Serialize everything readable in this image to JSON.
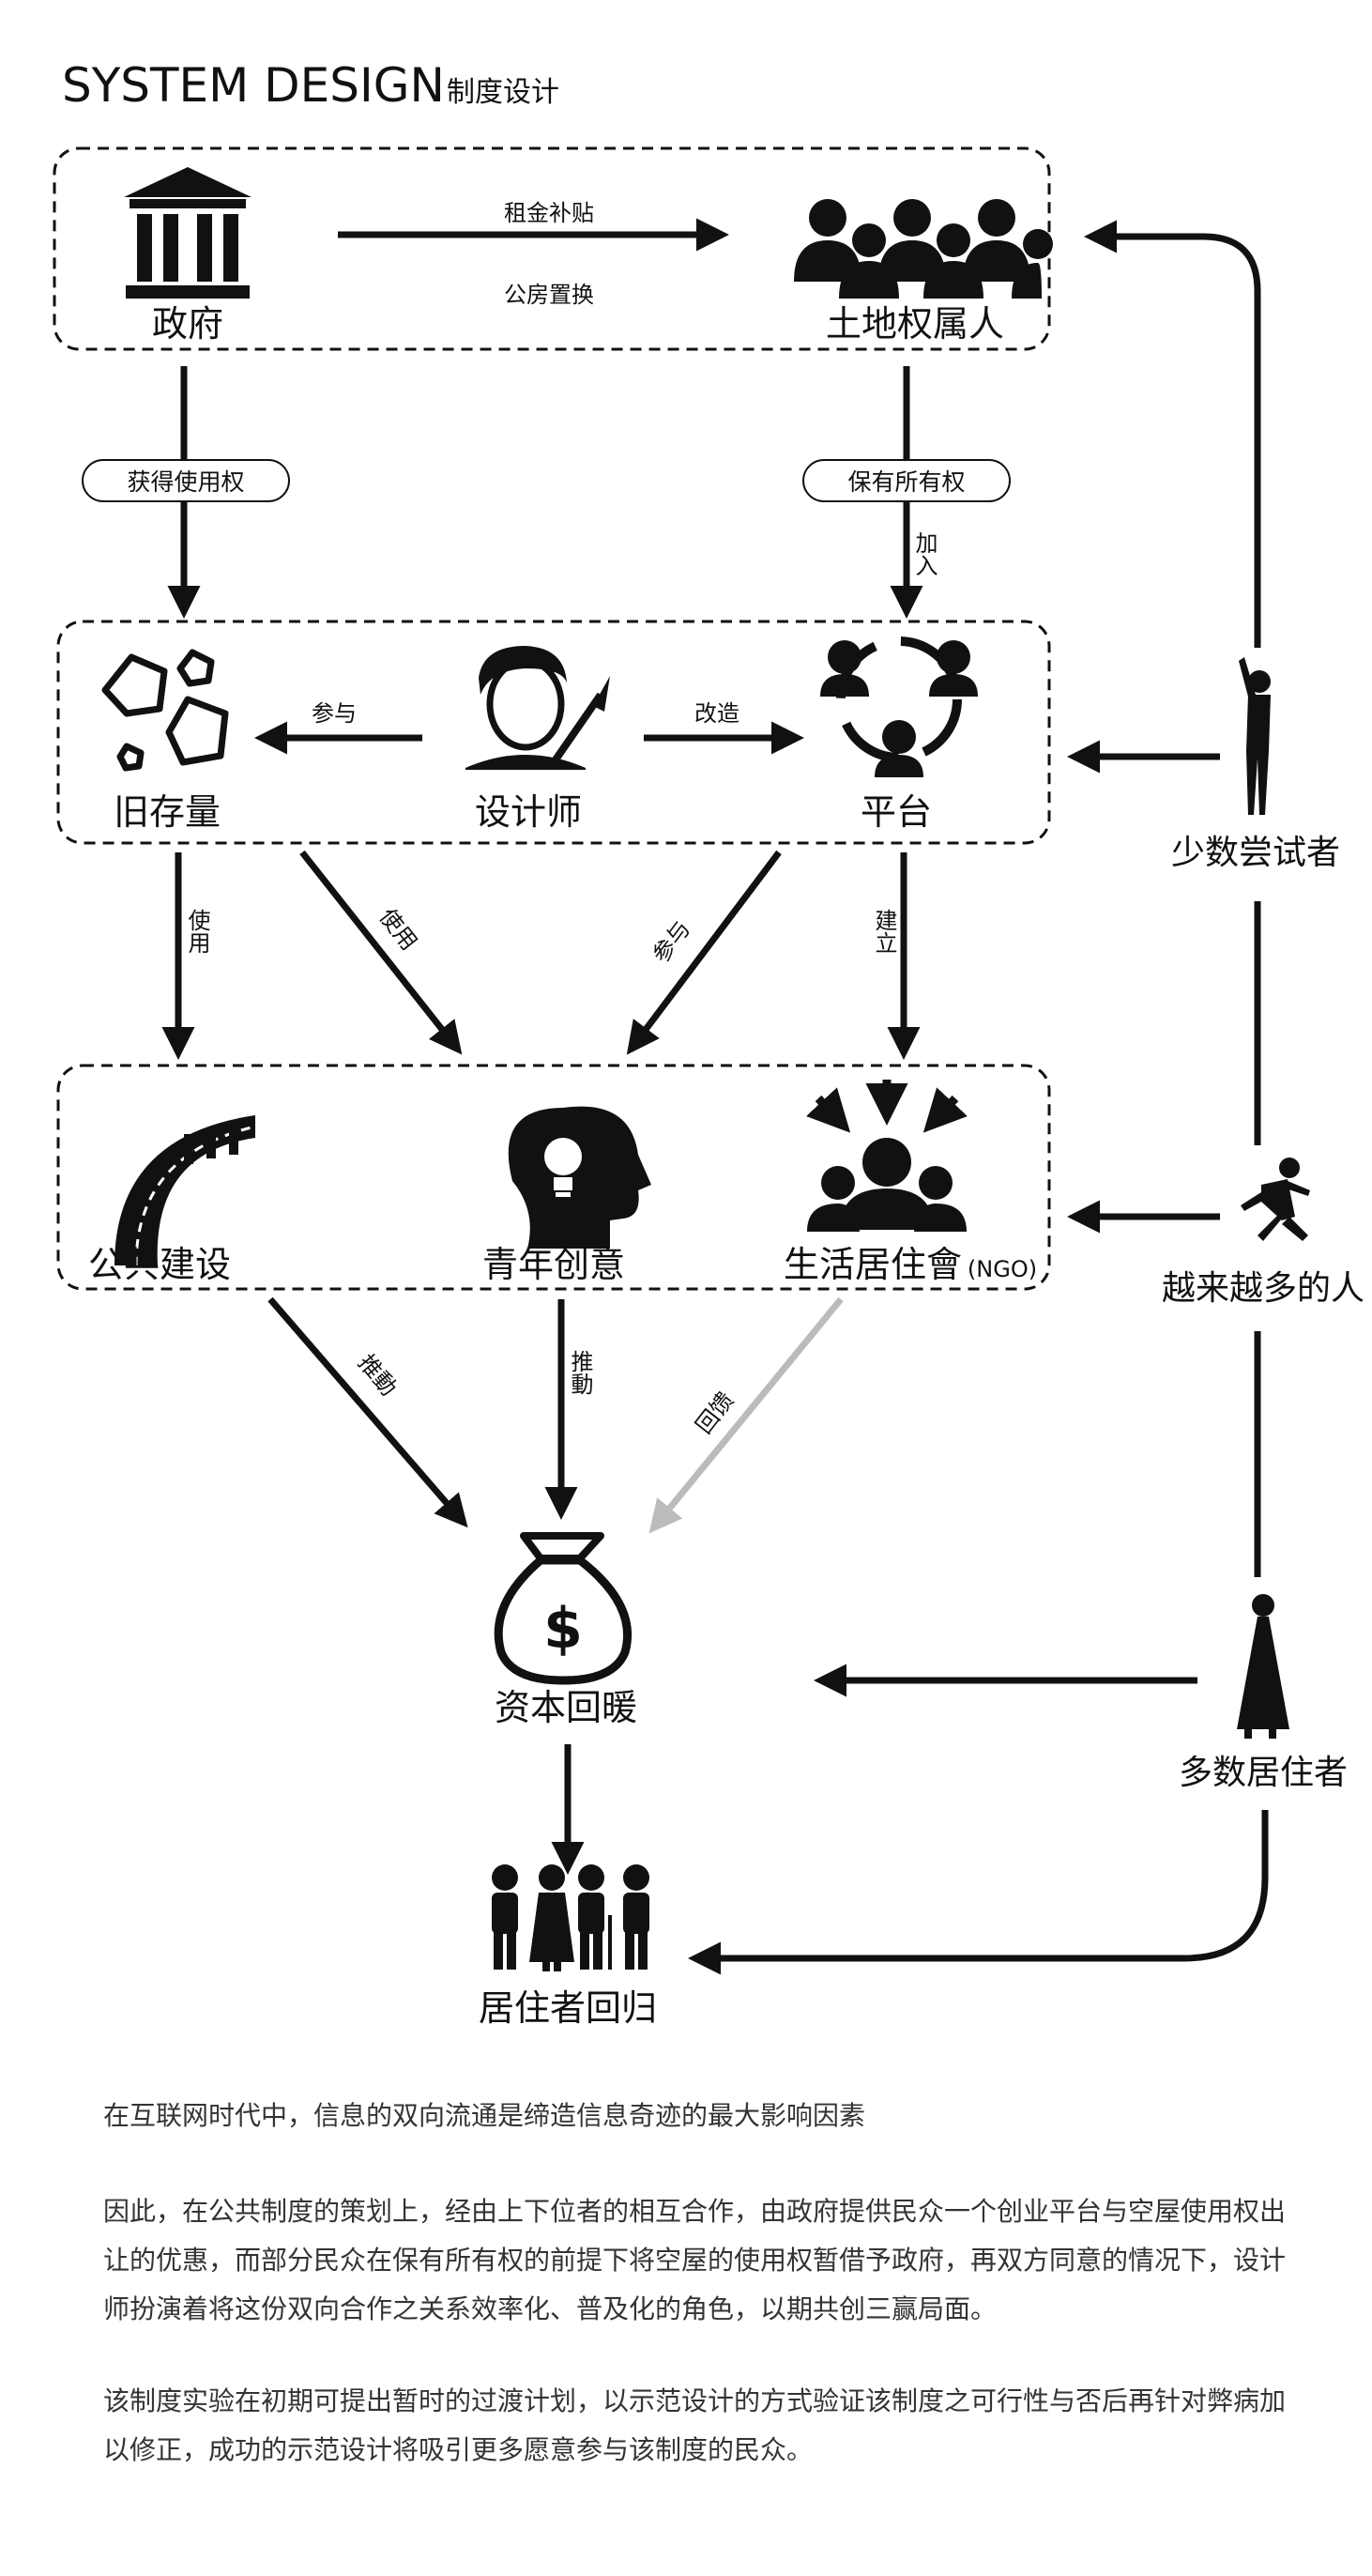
{
  "title": "SYSTEM DESIGN",
  "subtitle": "制度设计",
  "nodes": {
    "government": "政府",
    "landowners": "土地权属人",
    "old_stock": "旧存量",
    "designer": "设计师",
    "platform": "平台",
    "public_construction": "公共建设",
    "youth_creativity": "青年创意",
    "living_house": "生活居住會",
    "ngo": "(NGO)",
    "capital": "资本回暖",
    "return": "居住者回归",
    "few_pioneers": "少数尝试者",
    "more_people": "越来越多的人",
    "majority": "多数居住者"
  },
  "edges": {
    "rent_subsidy": "租金补贴",
    "public_housing": "公房置换",
    "get_use_right": "获得使用权",
    "keep_ownership": "保有所有权",
    "join": "加入",
    "participate_left": "参与",
    "renovate": "改造",
    "use_1": "使用",
    "use_2": "使用",
    "participate_2": "参与",
    "establish": "建立",
    "promote_1": "推動",
    "promote_2": "推動",
    "feedback": "回馈"
  },
  "colors": {
    "ink": "#111111",
    "light_arrow": "#bbbbbb",
    "text_gray": "#333333"
  },
  "paragraphs": [
    "在互联网时代中，信息的双向流通是缔造信息奇迹的最大影响因素",
    "因此，在公共制度的策划上，经由上下位者的相互合作，由政府提供民众一个创业平台与空屋使用权出让的优惠，而部分民众在保有所有权的前提下将空屋的使用权暂借予政府，再双方同意的情况下，设计师扮演着将这份双向合作之关系效率化、普及化的角色，以期共创三赢局面。",
    "该制度实验在初期可提出暂时的过渡计划，以示范设计的方式验证该制度之可行性与否后再针对弊病加以修正，成功的示范设计将吸引更多愿意参与该制度的民众。"
  ]
}
